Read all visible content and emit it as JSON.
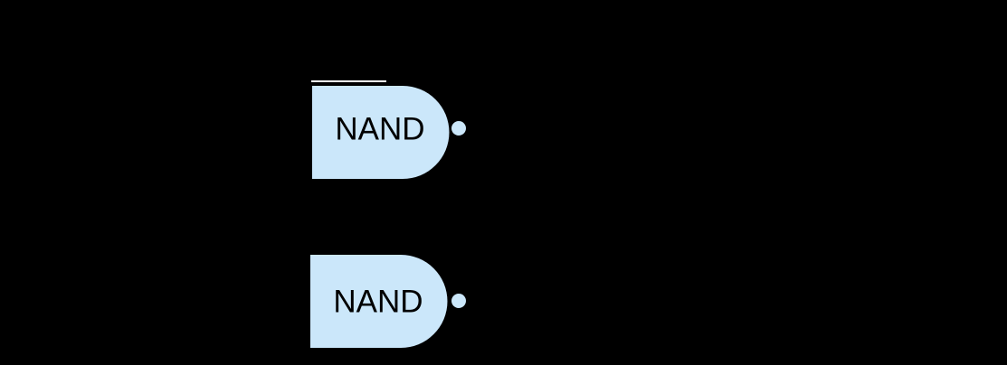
{
  "diagram": {
    "type": "logic-circuit",
    "description": "Two NAND gates with output inversion bubbles and a white overline segment above the top gate",
    "gates": [
      {
        "label": "NAND"
      },
      {
        "label": "NAND"
      }
    ]
  },
  "colors": {
    "background": "#000000",
    "gate_fill": "#cbe7fa",
    "gate_label": "#000000",
    "overline": "#ffffff"
  }
}
